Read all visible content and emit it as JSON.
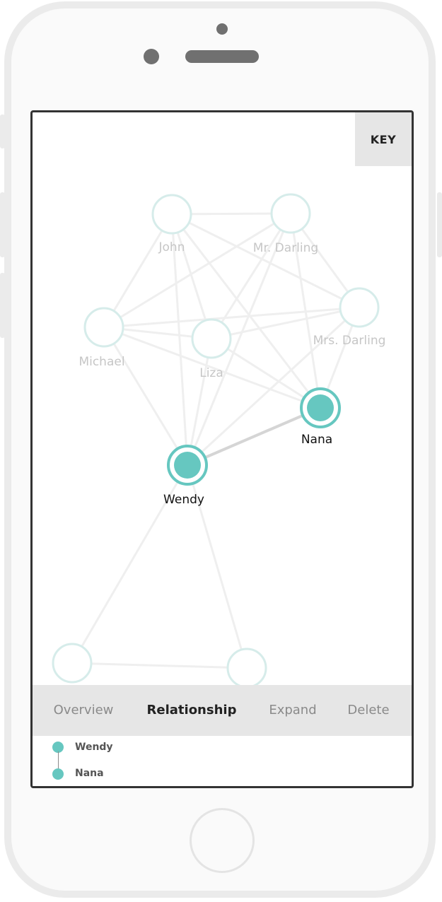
{
  "screen": {
    "key_label": "KEY"
  },
  "graph": {
    "nodes": [
      {
        "id": "john",
        "label": "John",
        "state": "dim"
      },
      {
        "id": "mr-darling",
        "label": "Mr. Darling",
        "state": "dim"
      },
      {
        "id": "mrs-darling",
        "label": "Mrs. Darling",
        "state": "dim"
      },
      {
        "id": "michael",
        "label": "Michael",
        "state": "dim"
      },
      {
        "id": "liza",
        "label": "Liza",
        "state": "dim"
      },
      {
        "id": "nana",
        "label": "Nana",
        "state": "selected"
      },
      {
        "id": "wendy",
        "label": "Wendy",
        "state": "selected"
      },
      {
        "id": "unlabeled-1",
        "label": "",
        "state": "dim"
      },
      {
        "id": "unlabeled-2",
        "label": "",
        "state": "dim"
      }
    ],
    "highlighted_edge": [
      "wendy",
      "nana"
    ],
    "colors": {
      "accent": "#66c7c0",
      "ring_dim": "#d6ecea",
      "edge_dim": "#efefef",
      "edge_active": "#d5d5d5"
    }
  },
  "tabs": [
    {
      "label": "Overview",
      "active": false
    },
    {
      "label": "Relationship",
      "active": true
    },
    {
      "label": "Expand",
      "active": false
    },
    {
      "label": "Delete",
      "active": false
    }
  ],
  "relationship": {
    "from": "Wendy",
    "to": "Nana"
  }
}
